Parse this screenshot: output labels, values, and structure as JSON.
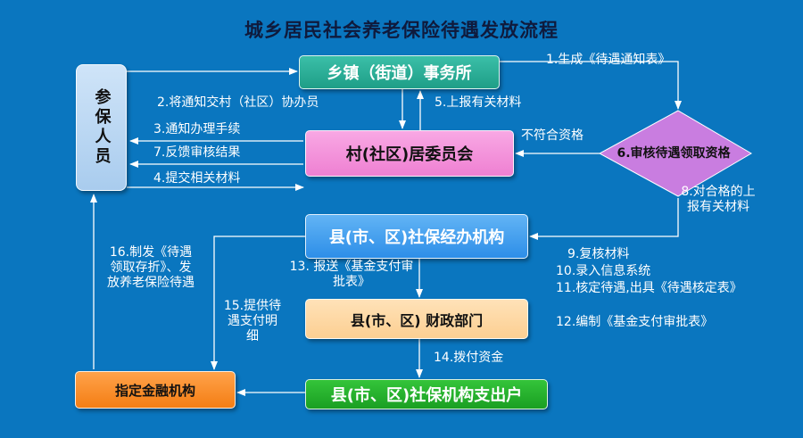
{
  "title": "城乡居民社会养老保险待遇发放流程",
  "nodes": {
    "participant": "参保人员",
    "township": "乡镇（街道）事务所",
    "village": "村(社区)居委员会",
    "review": "6.审核待遇领取资格",
    "county_agency": "县(市、区)社保经办机构",
    "finance": "县(市、区) 财政部门",
    "payout_account": "县(市、区)社保机构支出户",
    "bank": "指定金融机构"
  },
  "steps": {
    "s1": "1.生成《待遇通知表》",
    "s2": "2.将通知交村（社区）协办员",
    "s3": "3.通知办理手续",
    "s4": "4.提交相关材料",
    "s5": "5.上报有关材料",
    "s7": "7.反馈审核结果",
    "not_qualified": "不符合资格",
    "s8": "8.对合格的上报有关材料",
    "s9": "9.复核材料",
    "s10": "10.录入信息系统",
    "s11": "11.核定待遇,出具《待遇核定表》",
    "s12": "12.编制《基金支付审批表》",
    "s13": "13. 报送《基金支付审批表》",
    "s14": "14.拨付资金",
    "s15": "15.提供待遇支付明细",
    "s16": "16.制发《待遇领取存折》、发放养老保险待遇"
  },
  "colors": {
    "background": "#0a76bf",
    "teal": "#22a58e",
    "pink": "#f390d9",
    "blue": "#3f9ef0",
    "peach": "#fdd7a2",
    "green": "#22b02a",
    "orange": "#f78c28",
    "diamond": "#c97de0",
    "arrow": "#ffffff"
  }
}
